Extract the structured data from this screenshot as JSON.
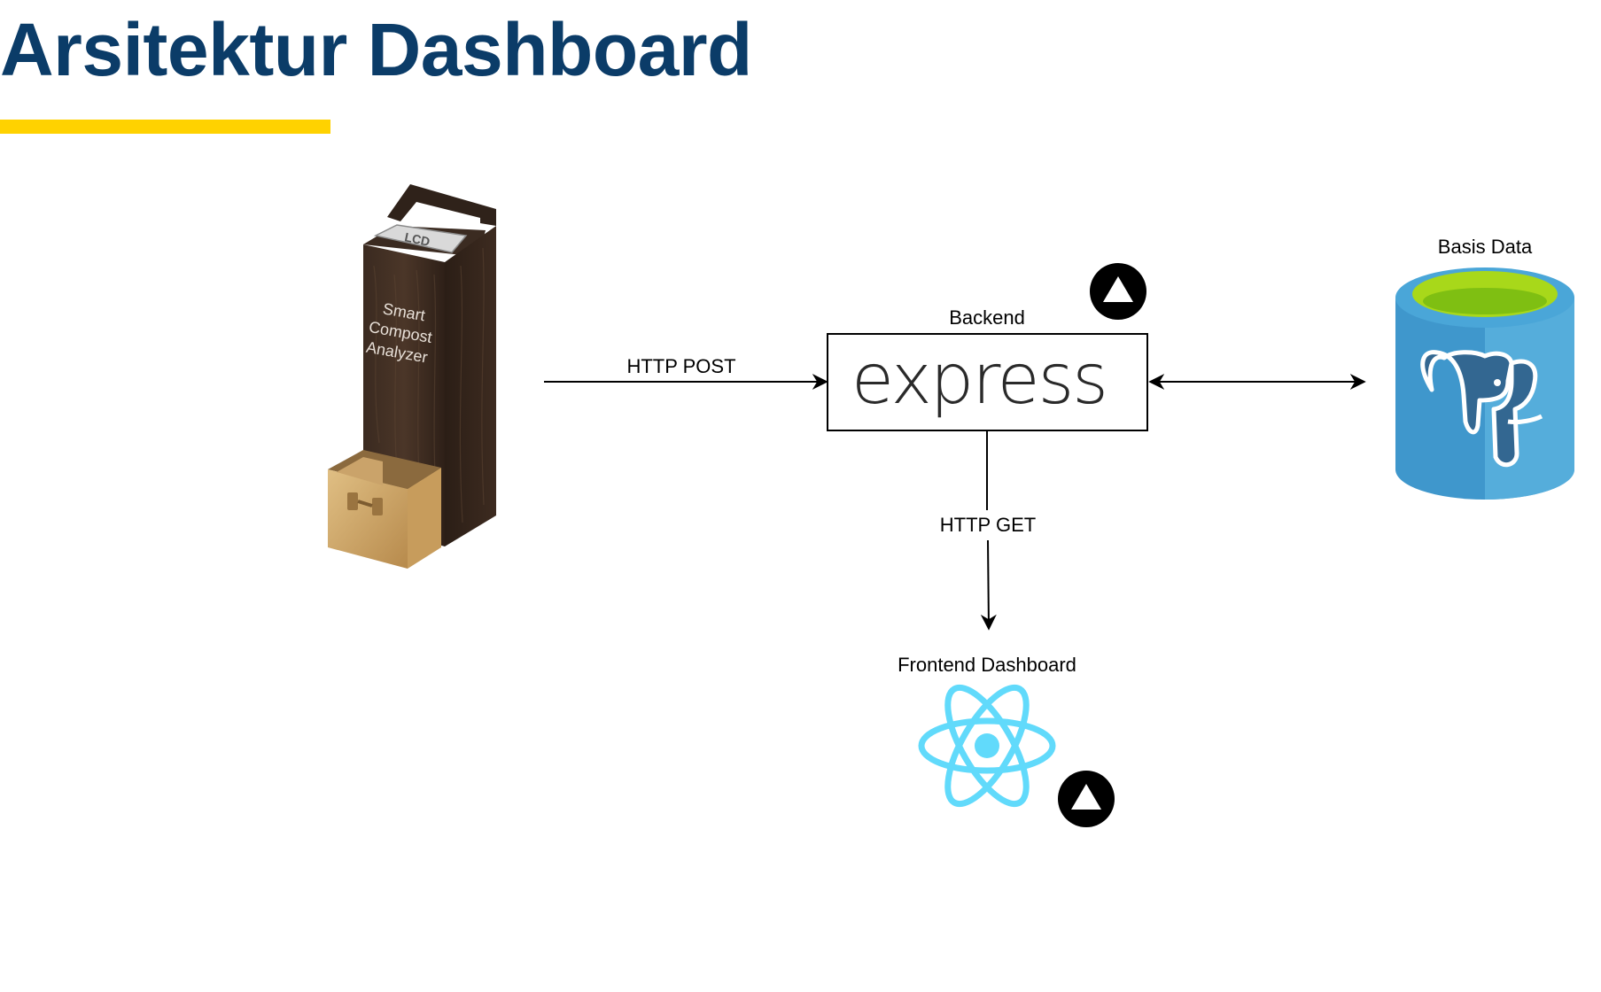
{
  "slide": {
    "title": "Arsitektur Dashboard"
  },
  "diagram": {
    "device": {
      "label_lines": [
        "Smart",
        "Compost",
        "Analyzer"
      ],
      "screen_label": "LCD"
    },
    "backend": {
      "title": "Backend",
      "logo_text": "express"
    },
    "database": {
      "title": "Basis Data"
    },
    "frontend": {
      "title": "Frontend Dashboard"
    },
    "edges": {
      "device_to_backend": "HTTP POST",
      "backend_to_frontend": "HTTP GET"
    },
    "colors": {
      "title": "#0b3c68",
      "underline": "#ffd200",
      "react": "#61dafb",
      "db_body": "#3b8ec5",
      "db_top": "#a8d81a",
      "elephant": "#336791"
    }
  }
}
